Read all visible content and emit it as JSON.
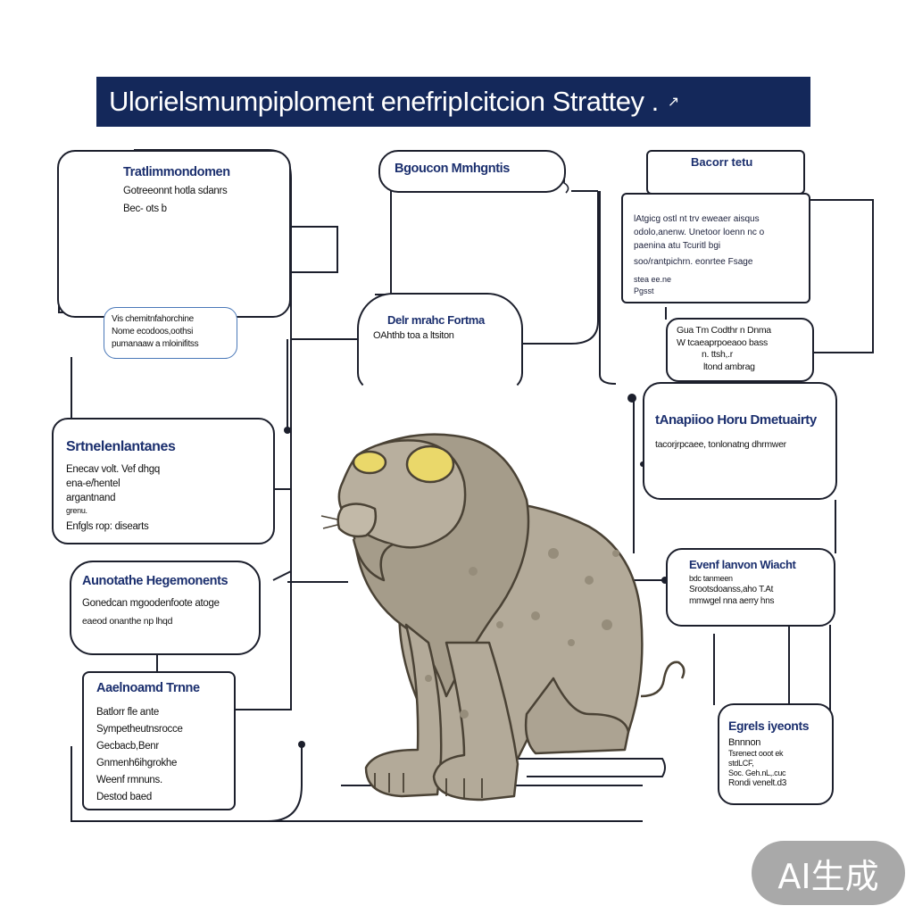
{
  "title": "Ulorielsmumpiploment enefripIcitcion Strattey .",
  "title_mark": "↗",
  "nodes": [
    {
      "heading": "Tratlimmondomen",
      "lines": [
        "Gotreeonnt hotla sdanrs",
        "Bec- ots b"
      ]
    },
    {
      "heading": "Bgoucon Mmhgntis",
      "lines": []
    },
    {
      "heading": "Bacorr tetu",
      "lines": []
    },
    {
      "heading": "",
      "lines": [
        "lAtgicg ostl nt trv eweaer aisqus",
        "odolo,anenw. Unetoor loenn nc o",
        "paenina atu Tcuritl bgi",
        "soo/rantpichrn. eonrtee Fsage",
        "stea ee.ne",
        "Pgsst"
      ]
    },
    {
      "heading": "",
      "lines": [
        "Vis chemitnfahorchine",
        "Nome ecodoos,oothsi",
        "pumanaaw a mloinifitss"
      ]
    },
    {
      "heading": "Delr mrahc Fortma",
      "lines": [
        "OAhthb toa a ltsiton"
      ]
    },
    {
      "heading": "",
      "lines": [
        "Gua Tm Codthr n Dnma",
        "W tcaeaprpoeaoo bass",
        "n. ttsh,.r",
        "ltond ambrag"
      ]
    },
    {
      "heading": "Srtnelenlantanes",
      "lines": [
        "Enecav volt. Vef dhgq",
        "ena-e/hentel",
        "argantnand",
        "grenu.",
        "Enfgls rop: disearts"
      ]
    },
    {
      "heading": "tAnapiioo Horu Dmetuairty",
      "lines": [
        "tacorjrpcaee, tonlonatng dhrmwer"
      ]
    },
    {
      "heading": "Aunotathe Hegemonents",
      "lines": [
        "Gonedcan mgoodenfoote atoge",
        "eaeod onanthe np lhqd"
      ]
    },
    {
      "heading": "Evenf lanvon Wiacht",
      "lines": [
        "bdc tanmeen",
        "Srootsdoanss,aho T.At",
        "mmwgel nna aerry hns"
      ]
    },
    {
      "heading": "Aaelnoamd Trnne",
      "lines": [
        "Batlorr fle ante",
        "Sympetheutnsrocce",
        "Gecbacb,Benr",
        "Gnmenh6ihgrokhe",
        "Weenf rmnuns.",
        "Destod baed"
      ]
    },
    {
      "heading": "Egrels iyeonts",
      "lines": [
        "Bnnnon",
        "Tsrenect ooot ek",
        "stdLCF,",
        "Soc. Geh.nL,.cuc",
        "Rondi venelt.d3"
      ]
    }
  ],
  "badge": "AI生成",
  "colors": {
    "title_bg": "#14285a",
    "heading": "#1b2f6e",
    "line": "#1c1f2c",
    "lion_fill": "#b3aa99",
    "lion_eyes": "#ead86a"
  },
  "illustration": "lion-illustration"
}
